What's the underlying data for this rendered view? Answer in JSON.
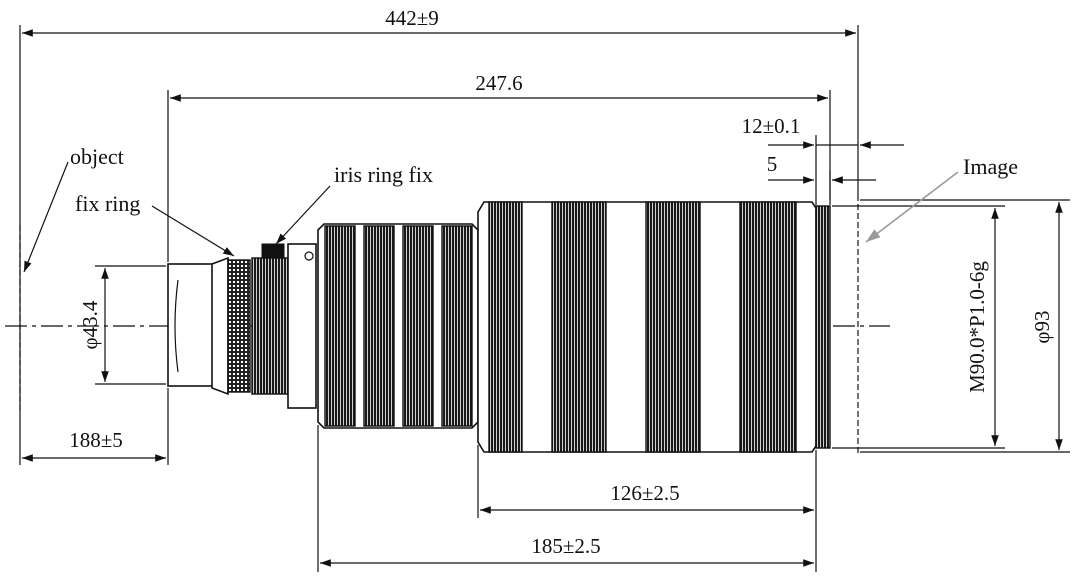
{
  "diagram": {
    "labels": {
      "object": "object",
      "fix_ring": "fix ring",
      "iris_ring_fix": "iris ring fix",
      "image": "Image"
    },
    "dimensions": {
      "total_length": "442±9",
      "lens_length": "247.6",
      "flange_back": "12±0.1",
      "thread_depth": "5",
      "object_distance": "188±5",
      "front_diameter": "φ43.4",
      "rear_section": "126±2.5",
      "barrel_section": "185±2.5",
      "mount_thread": "M90.0*P1.0-6g",
      "outer_diameter": "φ93"
    }
  }
}
